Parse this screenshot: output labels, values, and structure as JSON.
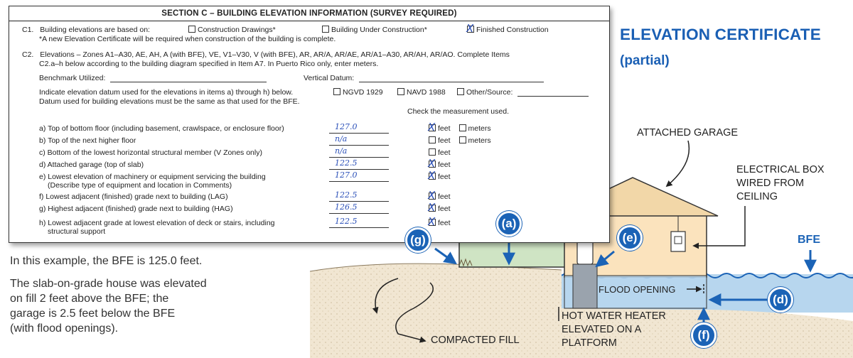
{
  "form": {
    "section_title": "SECTION C – BUILDING ELEVATION INFORMATION (SURVEY REQUIRED)",
    "c1": {
      "number": "C1.",
      "label": "Building elevations are based on:",
      "options": [
        "Construction Drawings*",
        "Building Under Construction*",
        "Finished Construction"
      ],
      "checked": "Finished Construction",
      "note": "*A new Elevation Certificate will be required when construction of the building is complete."
    },
    "c2": {
      "number": "C2.",
      "text_line1": "Elevations – Zones A1–A30, AE, AH, A (with BFE), VE, V1–V30, V (with BFE), AR, AR/A, AR/AE, AR/A1–A30, AR/AH, AR/AO. Complete Items",
      "text_line2": "C2.a–h below according to the building diagram specified in Item A7. In Puerto Rico only, enter meters.",
      "benchmark_label": "Benchmark Utilized:",
      "vertical_datum_label": "Vertical Datum:",
      "datum_line": "Indicate elevation datum used for the elevations in items a) through h) below.",
      "datum_options": [
        "NGVD 1929",
        "NAVD 1988",
        "Other/Source:"
      ],
      "datum_note": "Datum used for building elevations must be the same as that used for the BFE.",
      "check_header": "Check the measurement used."
    },
    "items": [
      {
        "label": "a) Top of bottom floor (including basement, crawlspace, or enclosure floor)",
        "value": "127.0",
        "unit_checked": "feet",
        "units": [
          "feet",
          "meters"
        ]
      },
      {
        "label": "b) Top of the next higher floor",
        "value": "n/a",
        "unit_checked": "",
        "units": [
          "feet",
          "meters"
        ]
      },
      {
        "label": "c) Bottom of the lowest horizontal structural member (V Zones only)",
        "value": "n/a",
        "unit_checked": "",
        "units": [
          "feet"
        ]
      },
      {
        "label": "d) Attached garage (top of slab)",
        "value": "122.5",
        "unit_checked": "feet",
        "units": [
          "feet"
        ]
      },
      {
        "label": "e) Lowest elevation of machinery or equipment servicing the building",
        "label2": "(Describe type of equipment and location in Comments)",
        "value": "127.0",
        "unit_checked": "feet",
        "units": [
          "feet"
        ]
      },
      {
        "label": "f) Lowest adjacent (finished) grade next to building (LAG)",
        "value": "122.5",
        "unit_checked": "feet",
        "units": [
          "feet"
        ]
      },
      {
        "label": "g) Highest adjacent (finished) grade next to building (HAG)",
        "value": "126.5",
        "unit_checked": "feet",
        "units": [
          "feet"
        ]
      },
      {
        "label": "h) Lowest adjacent grade at lowest elevation of deck or stairs, including",
        "label2": "structural support",
        "value": "122.5",
        "unit_checked": "feet",
        "units": [
          "feet"
        ]
      }
    ]
  },
  "header": {
    "title": "ELEVATION CERTIFICATE",
    "subtitle": "(partial)"
  },
  "caption": {
    "bfe_statement": "In this example, the BFE is 125.0 feet.",
    "description_lines": [
      "The slab-on-grade house was elevated",
      "on fill 2 feet above the BFE; the",
      "garage is 2.5 feet below the BFE",
      "(with flood openings)."
    ]
  },
  "illustration": {
    "labels": {
      "attached_garage": "ATTACHED GARAGE",
      "electrical_box": [
        "ELECTRICAL BOX",
        "WIRED FROM",
        "CEILING"
      ],
      "bfe": "BFE",
      "flood_opening": "FLOOD OPENING",
      "hot_water_heater": [
        "HOT WATER HEATER",
        "ELEVATED ON A",
        "PLATFORM"
      ],
      "compacted_fill": "COMPACTED FILL"
    },
    "badges": {
      "a": "(a)",
      "d": "(d)",
      "e": "(e)",
      "f": "(f)",
      "g": "(g)"
    },
    "colors": {
      "accent_blue": "#1b63b6",
      "house_green": "#cfe4c4",
      "roof_tan": "#f2d7a8",
      "garage_wall": "#fbe3bd",
      "water": "#b7d6ee",
      "fill": "#f1e6d2"
    }
  }
}
